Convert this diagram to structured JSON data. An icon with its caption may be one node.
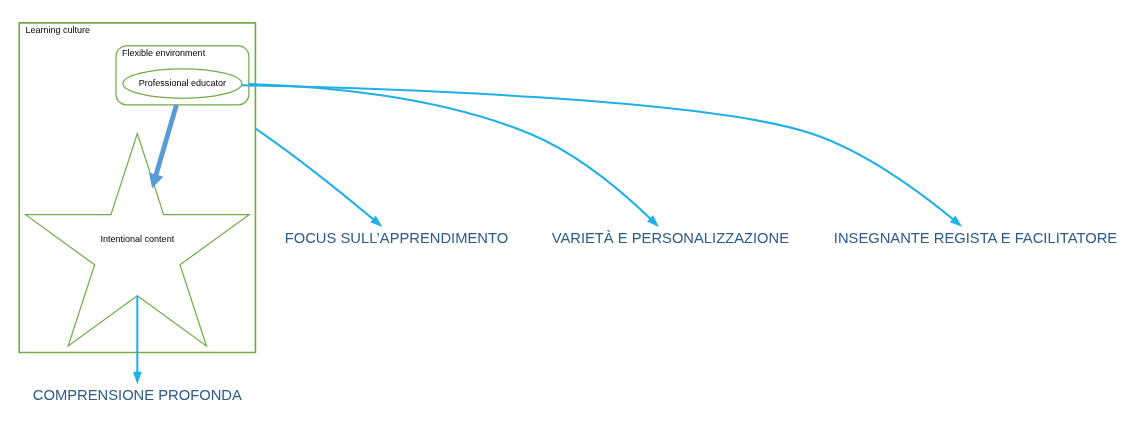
{
  "diagram": {
    "nodes": [
      {
        "text": [
          "Learning culture"
        ]
      },
      {
        "text": [
          "Flexible environment"
        ],
        "in": 0
      },
      {
        "text": [
          "Professional educator"
        ],
        "in": 1
      },
      {
        "text": [
          "Intentional content"
        ],
        "in": 0
      },
      {
        "text": [
          "FOCUS SULL’APPRENDIMENTO"
        ]
      },
      {
        "text": [
          "VARIETÀ E PERSONALIZZAZIONE"
        ]
      },
      {
        "text": [
          "INSEGNANTE REGISTA E FACILITATORE"
        ]
      },
      {
        "text": [
          "COMPRENSIONE PROFONDA"
        ]
      }
    ],
    "edges": [
      {
        "from": 1,
        "to": 3,
        "arrow": "to",
        "style": "thick",
        "color": "#5b9bd5"
      },
      {
        "from": 0,
        "to": 4,
        "arrow": "to"
      },
      {
        "from": 1,
        "to": 5,
        "arrow": "to"
      },
      {
        "from": 2,
        "to": 6,
        "arrow": "to"
      },
      {
        "from": 3,
        "to": 7,
        "arrow": "to"
      }
    ]
  }
}
